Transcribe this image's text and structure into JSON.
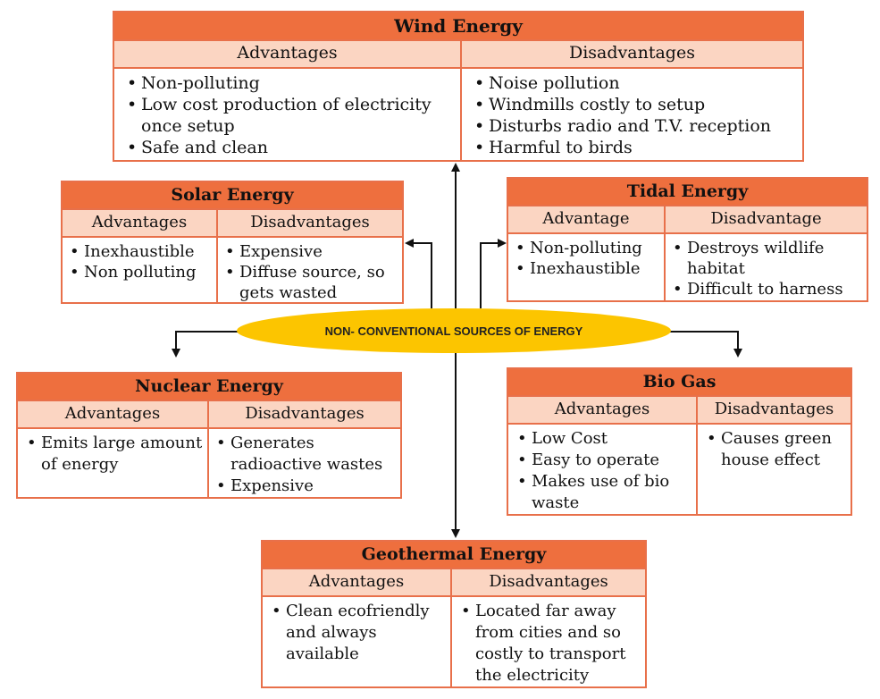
{
  "center": {
    "label": "NON- CONVENTIONAL SOURCES OF ENERGY"
  },
  "wind": {
    "title": "Wind Energy",
    "adv_head": "Advantages",
    "dis_head": "Disadvantages",
    "adv": [
      "Non-polluting",
      "Low cost production of electricity once setup",
      "Safe and clean"
    ],
    "dis": [
      "Noise pollution",
      "Windmills costly to setup",
      "Disturbs radio and T.V. reception",
      "Harmful to birds"
    ]
  },
  "solar": {
    "title": "Solar Energy",
    "adv_head": "Advantages",
    "dis_head": "Disadvantages",
    "adv": [
      "Inexhaustible",
      "Non polluting"
    ],
    "dis": [
      "Expensive",
      "Diffuse source, so gets wasted"
    ]
  },
  "tidal": {
    "title": "Tidal Energy",
    "adv_head": "Advantage",
    "dis_head": "Disadvantage",
    "adv": [
      "Non-polluting",
      "Inexhaustible"
    ],
    "dis": [
      "Destroys wildlife habitat",
      "Difficult to harness"
    ]
  },
  "nuclear": {
    "title": "Nuclear Energy",
    "adv_head": "Advantages",
    "dis_head": "Disadvantages",
    "adv": [
      "Emits large amount of energy"
    ],
    "dis": [
      "Generates radioactive wastes",
      "Expensive"
    ]
  },
  "biogas": {
    "title": "Bio Gas",
    "adv_head": "Advantages",
    "dis_head": "Disadvantages",
    "adv": [
      "Low Cost",
      "Easy to operate",
      "Makes use of bio waste"
    ],
    "dis": [
      "Causes green house effect"
    ]
  },
  "geothermal": {
    "title": "Geothermal Energy",
    "adv_head": "Advantages",
    "dis_head": "Disadvantages",
    "adv": [
      "Clean ecofriendly and always available"
    ],
    "dis": [
      "Located far away from cities and so costly to transport the electricity"
    ]
  }
}
